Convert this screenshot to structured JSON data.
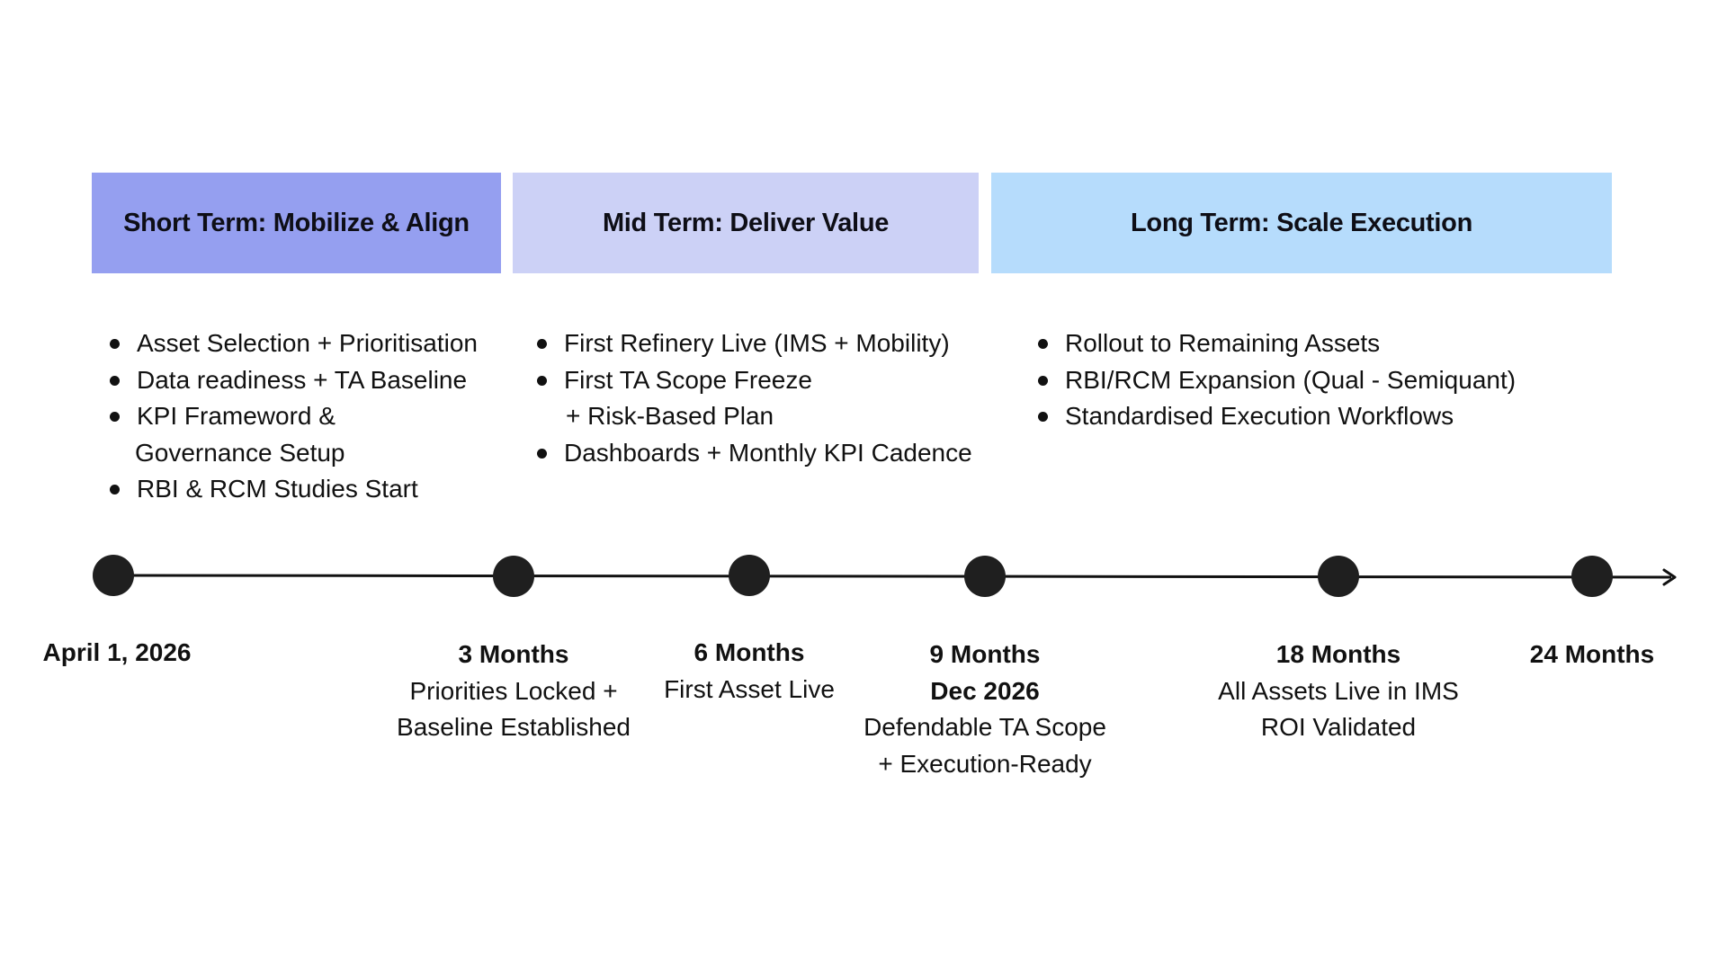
{
  "phases": {
    "short": "Short Term: Mobilize & Align",
    "mid": "Mid Term: Deliver Value",
    "long": "Long Term: Scale Execution"
  },
  "short_bullets": [
    "Asset Selection + Prioritisation",
    "Data readiness + TA Baseline",
    "KPI Frameword &",
    "Governance Setup",
    "RBI & RCM Studies Start"
  ],
  "mid_bullets": [
    "First Refinery Live (IMS + Mobility)",
    "First TA Scope Freeze",
    "+ Risk-Based Plan",
    "Dashboards + Monthly KPI Cadence"
  ],
  "long_bullets": [
    "Rollout to Remaining Assets",
    "RBI/RCM Expansion (Qual - Semiquant)",
    "Standardised Execution Workflows"
  ],
  "milestones": {
    "start": {
      "title": "April 1, 2026"
    },
    "m3": {
      "title": "3 Months",
      "line1": "Priorities Locked +",
      "line2": "Baseline Established"
    },
    "m6": {
      "title": "6 Months",
      "line1": "First Asset Live"
    },
    "m9": {
      "title": "9 Months",
      "line1": "Dec 2026",
      "line2": "Defendable TA Scope",
      "line3": "+ Execution-Ready"
    },
    "m18": {
      "title": "18 Months",
      "line1": "All Assets Live in IMS",
      "line2": "ROI Validated"
    },
    "m24": {
      "title": "24 Months"
    }
  },
  "colors": {
    "short": "#959ff0",
    "mid": "#ccd1f6",
    "long": "#b6dcfc",
    "marker": "#1f1f1f"
  }
}
